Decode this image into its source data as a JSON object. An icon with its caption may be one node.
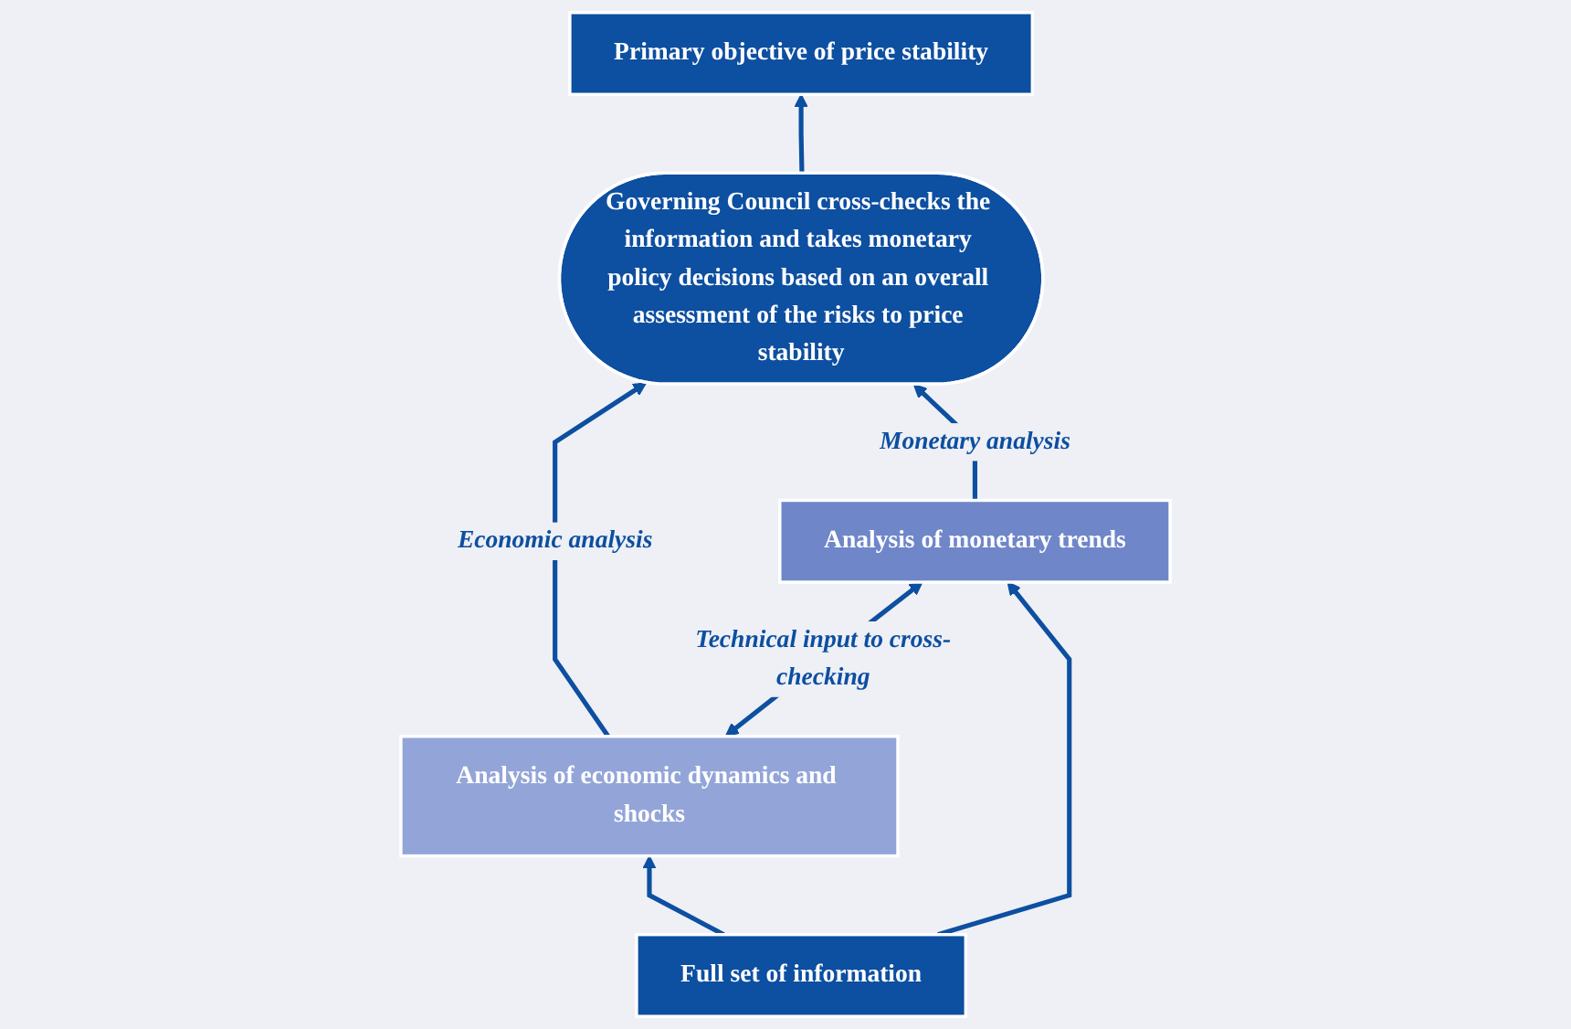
{
  "diagram": {
    "nodes": [
      {
        "text": [
          "Primary objective of price stability"
        ]
      },
      {
        "text": [
          "Governing Council cross-checks the information and takes monetary policy decisions based on an overall assessment of the risks to price stability"
        ]
      },
      {
        "text": [
          "Analysis of economic dynamics and shocks"
        ]
      },
      {
        "text": [
          "Analysis of monetary trends"
        ]
      },
      {
        "text": [
          "Full set of information"
        ]
      }
    ],
    "edges": [
      {
        "from": 1,
        "to": 0,
        "arrow": "to"
      },
      {
        "from": 2,
        "to": 1,
        "arrow": "to",
        "label": "Economic analysis"
      },
      {
        "from": 3,
        "to": 1,
        "arrow": "to",
        "label": "Monetary analysis"
      },
      {
        "from": 2,
        "to": 3,
        "arrow": "both",
        "label": "Technical input to cross-checking"
      },
      {
        "from": 4,
        "to": 2,
        "arrow": "to"
      },
      {
        "from": 4,
        "to": 3,
        "arrow": "to"
      }
    ]
  }
}
